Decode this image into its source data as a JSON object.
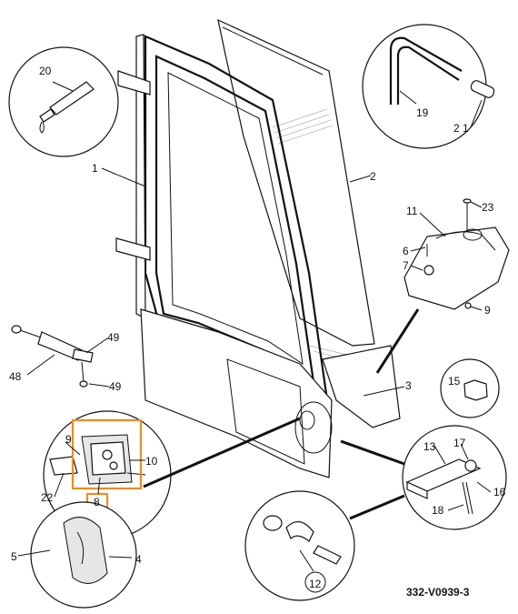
{
  "callouts": {
    "c1": "1",
    "c2": "2",
    "c3": "3",
    "c4": "4",
    "c5": "5",
    "c6": "6",
    "c7": "7",
    "c8": "8",
    "c9a": "9",
    "c9b": "9",
    "c10": "10",
    "c11": "11",
    "c12": "12",
    "c13": "13",
    "c15": "15",
    "c16": "16",
    "c17": "17",
    "c18": "18",
    "c19": "19",
    "c20": "20",
    "c21": "2 1",
    "c22": "22",
    "c23": "23",
    "c48": "48",
    "c49a": "49",
    "c49b": "49"
  },
  "drawing_code": "332-V0939-3",
  "highlight_color": "#f08a24"
}
